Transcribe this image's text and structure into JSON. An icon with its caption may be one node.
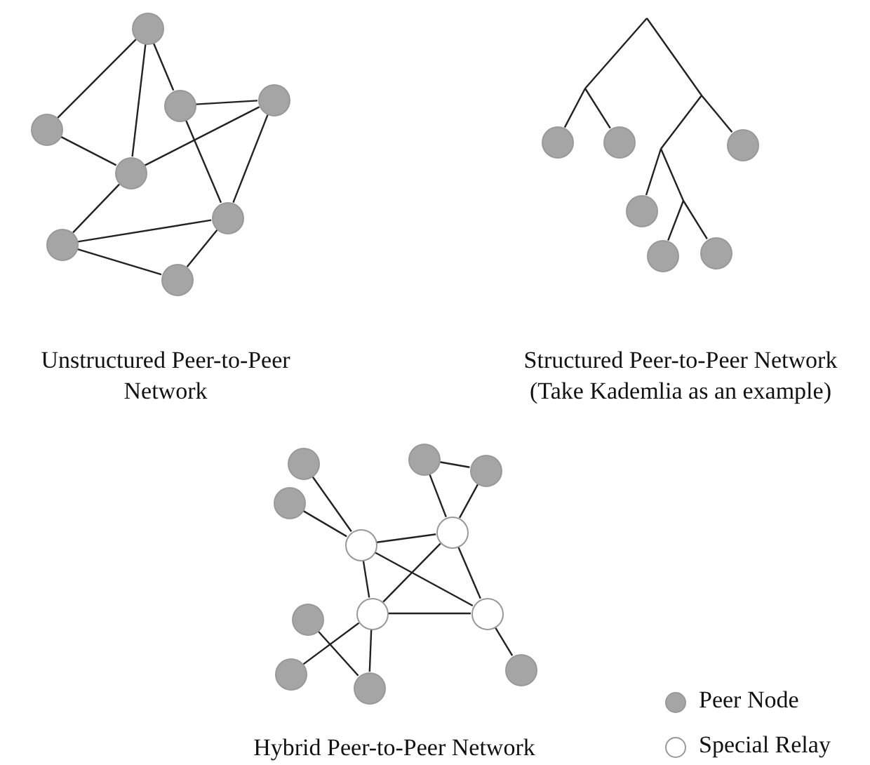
{
  "diagram": {
    "nodes": [
      {
        "text": [],
        "shape": "circle"
      },
      {
        "text": [],
        "shape": "circle"
      },
      {
        "text": [],
        "shape": "circle"
      },
      {
        "text": [],
        "shape": "circle"
      },
      {
        "text": [],
        "shape": "circle"
      },
      {
        "text": [],
        "shape": "circle"
      },
      {
        "text": [],
        "shape": "circle"
      },
      {
        "text": [],
        "shape": "circle"
      },
      {
        "text": [],
        "shape": "circle"
      },
      {
        "text": [],
        "shape": "circle"
      },
      {
        "text": [],
        "shape": "circle"
      },
      {
        "text": [],
        "shape": "circle"
      },
      {
        "text": [],
        "shape": "circle"
      },
      {
        "text": [],
        "shape": "circle"
      },
      {
        "text": [],
        "shape": "circle"
      },
      {
        "text": [],
        "shape": "circle"
      },
      {
        "text": [],
        "shape": "circle"
      },
      {
        "text": [],
        "shape": "circle"
      },
      {
        "text": [],
        "shape": "ring"
      },
      {
        "text": [],
        "shape": "ring"
      },
      {
        "text": [],
        "shape": "ring"
      },
      {
        "text": [],
        "shape": "ring"
      },
      {
        "text": [],
        "shape": "circle"
      },
      {
        "text": [],
        "shape": "circle"
      },
      {
        "text": [],
        "shape": "circle"
      },
      {
        "text": [],
        "shape": "circle"
      }
    ],
    "edges": [
      {
        "from": 0,
        "to": 1,
        "arrow": "none"
      },
      {
        "from": 0,
        "to": 4,
        "arrow": "none"
      },
      {
        "from": 0,
        "to": 2,
        "arrow": "none"
      },
      {
        "from": 2,
        "to": 3,
        "arrow": "none"
      },
      {
        "from": 2,
        "to": 5,
        "arrow": "none"
      },
      {
        "from": 1,
        "to": 4,
        "arrow": "none"
      },
      {
        "from": 4,
        "to": 3,
        "arrow": "none"
      },
      {
        "from": 4,
        "to": 6,
        "arrow": "none"
      },
      {
        "from": 3,
        "to": 5,
        "arrow": "none"
      },
      {
        "from": 6,
        "to": 5,
        "arrow": "none"
      },
      {
        "from": 6,
        "to": 7,
        "arrow": "none"
      },
      {
        "from": 5,
        "to": 7,
        "arrow": "none"
      },
      {
        "from": 14,
        "to": 18,
        "arrow": "none"
      },
      {
        "from": 15,
        "to": 18,
        "arrow": "none"
      },
      {
        "from": 16,
        "to": 17,
        "arrow": "none"
      },
      {
        "from": 16,
        "to": 19,
        "arrow": "none"
      },
      {
        "from": 17,
        "to": 19,
        "arrow": "none"
      },
      {
        "from": 18,
        "to": 19,
        "arrow": "none"
      },
      {
        "from": 18,
        "to": 20,
        "arrow": "none"
      },
      {
        "from": 18,
        "to": 21,
        "arrow": "none"
      },
      {
        "from": 19,
        "to": 20,
        "arrow": "none"
      },
      {
        "from": 19,
        "to": 21,
        "arrow": "none"
      },
      {
        "from": 20,
        "to": 21,
        "arrow": "none"
      },
      {
        "from": 20,
        "to": 23,
        "arrow": "none"
      },
      {
        "from": 20,
        "to": 24,
        "arrow": "none"
      },
      {
        "from": 22,
        "to": 24,
        "arrow": "none"
      },
      {
        "from": 21,
        "to": 25,
        "arrow": "none"
      }
    ],
    "labels": [
      "Unstructured Peer-to-Peer Network",
      "Structured Peer-to-Peer Network",
      "(Take Kademlia as an example)",
      "Hybrid Peer-to-Peer Network"
    ],
    "legend": [
      {
        "text": "Peer Node"
      },
      {
        "text": "Special Relay"
      }
    ]
  }
}
